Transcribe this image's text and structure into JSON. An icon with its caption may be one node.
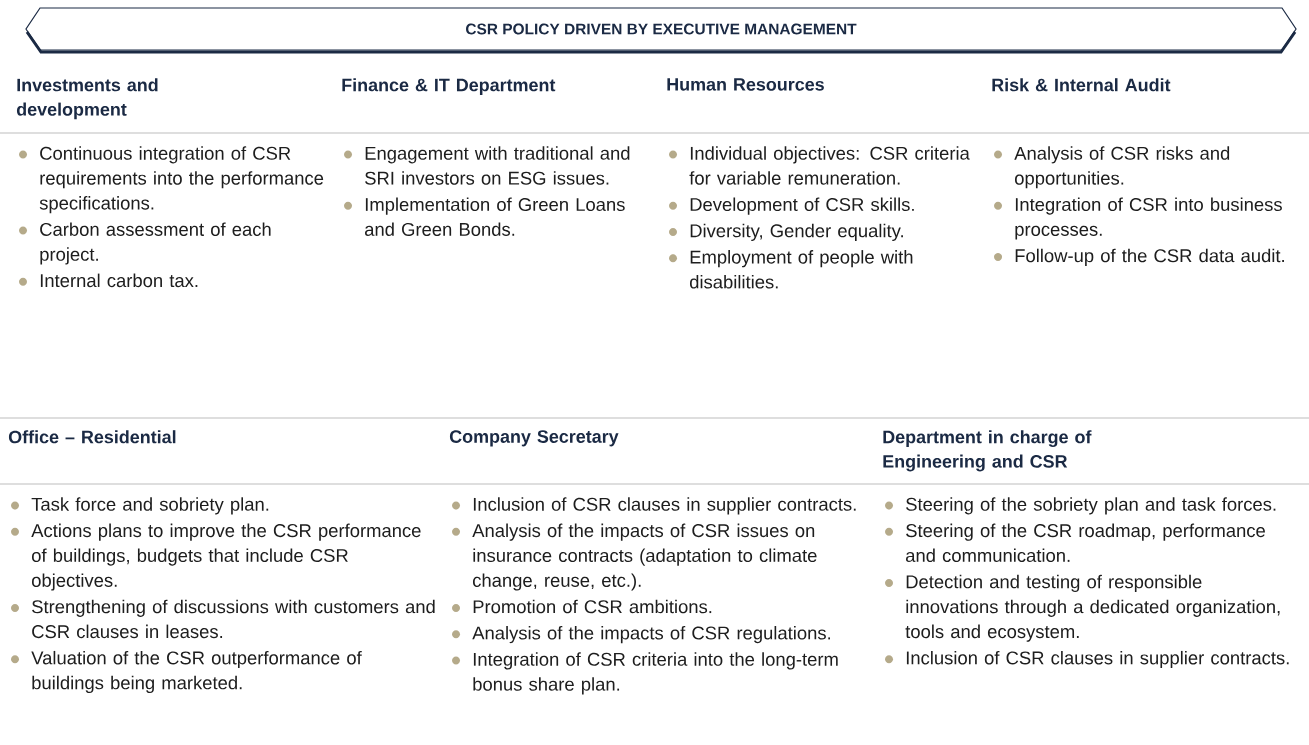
{
  "diagram": {
    "nodes": [
      {
        "text": [
          "CSR POLICY DRIVEN BY EXECUTIVE MANAGEMENT"
        ]
      }
    ],
    "labels": [
      "Investments and development",
      "Continuous integration of CSR requirements into the performance specifications.",
      "Carbon assessment of each project.",
      "Internal carbon tax.",
      "Finance & IT Department",
      "Engagement with traditional and SRI investors on ESG issues.",
      "Implementation of Green Loans and Green Bonds.",
      "Human Resources",
      "Individual objectives: CSR criteria for variable remuneration.",
      "Development of CSR skills.",
      "Diversity, Gender equality.",
      "Employment of people with disabilities.",
      "Risk & Internal Audit",
      "Analysis of CSR risks and opportunities.",
      "Integration of CSR into business processes.",
      "Follow-up of the CSR data audit.",
      "Office – Residential",
      "Task force and sobriety plan.",
      "Actions plans to improve the CSR performance of buildings, budgets that include CSR objectives.",
      "Strengthening of discussions with customers and CSR clauses in leases.",
      "Valuation of the CSR outperformance of buildings being marketed.",
      "Company Secretary",
      "Inclusion of CSR clauses in supplier contracts.",
      "Analysis of the impacts of CSR issues on insurance contracts (adaptation to climate change, reuse, etc.).",
      "Promotion of CSR ambitions.",
      "Analysis of the impacts of CSR regulations.",
      "Integration of CSR criteria into the long-term bonus share plan.",
      "Department in charge of Engineering and CSR",
      "Steering of the sobriety plan and task forces.",
      "Steering of the CSR roadmap, performance and communication.",
      "Detection and testing of responsible innovations through a dedicated organization, tools and ecosystem.",
      "Inclusion of CSR clauses in supplier contracts."
    ]
  }
}
